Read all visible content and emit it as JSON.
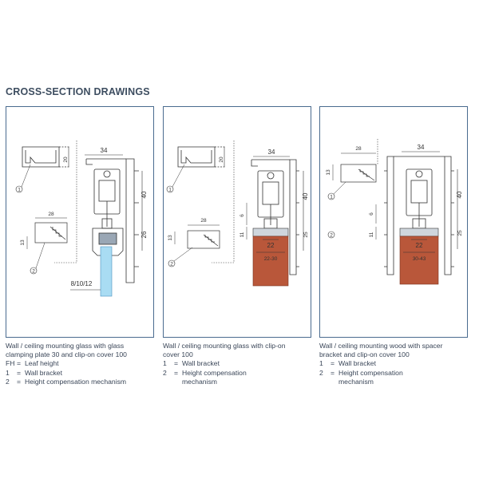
{
  "heading": "CROSS-SECTION DRAWINGS",
  "colors": {
    "frame": "#4a6b8f",
    "glass": "#a9dcf3",
    "wood": "#b9573a",
    "line": "#333333"
  },
  "panels": [
    {
      "dims": {
        "width": "34",
        "h40": "40",
        "h26": "26",
        "bracket_w": "20",
        "comp_w": "28",
        "comp_h": "13",
        "glass": "8/10/12",
        "callout1": "1",
        "callout2": "2"
      },
      "caption": {
        "lines": [
          "Wall / ceiling mounting glass with glass",
          "clamping plate 30 and clip-on cover 100"
        ],
        "legend": [
          {
            "key": "FH",
            "value": "Leaf height"
          },
          {
            "key": "1",
            "value": "Wall bracket"
          },
          {
            "key": "2",
            "value": "Height compensation mechanism"
          }
        ]
      }
    },
    {
      "dims": {
        "width": "34",
        "h40": "40",
        "h25": "25",
        "bracket_w": "20",
        "comp_w": "28",
        "comp_h": "13",
        "d6": "6",
        "d11": "11",
        "w22": "22",
        "range": "22-30",
        "callout1": "1",
        "callout2": "2"
      },
      "caption": {
        "lines": [
          "Wall / ceiling mounting glass with clip-on",
          "cover 100"
        ],
        "legend": [
          {
            "key": "1",
            "value": "Wall bracket"
          },
          {
            "key": "2",
            "value": "Height compensation"
          },
          {
            "key": "",
            "value": "mechanism"
          }
        ]
      }
    },
    {
      "dims": {
        "width": "34",
        "h40": "40",
        "h25": "25",
        "comp_w": "28",
        "comp_h": "13",
        "d6": "6",
        "d11": "11",
        "w22": "22",
        "range": "30-43",
        "callout1": "1",
        "callout2": "2"
      },
      "caption": {
        "lines": [
          "Wall / ceiling mounting wood with spacer",
          "bracket and clip-on cover 100"
        ],
        "legend": [
          {
            "key": "1",
            "value": "Wall bracket"
          },
          {
            "key": "2",
            "value": "Height compensation"
          },
          {
            "key": "",
            "value": "mechanism"
          }
        ]
      }
    }
  ]
}
